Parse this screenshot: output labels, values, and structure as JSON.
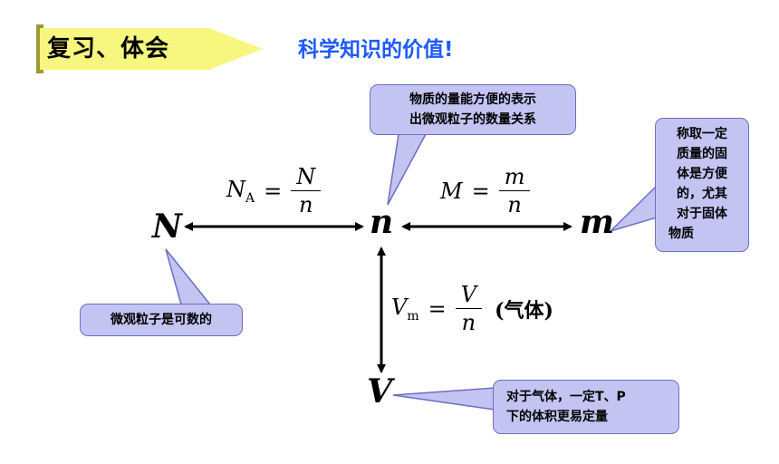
{
  "header": {
    "tag_label": "复习、体会",
    "title": "科学知识的价值!"
  },
  "quantities": {
    "N": "N",
    "n": "n",
    "m": "m",
    "V": "V"
  },
  "formulas": {
    "NA": {
      "lhs": "N",
      "sub": "A",
      "eq": "=",
      "num": "N",
      "den": "n"
    },
    "M": {
      "lhs": "M",
      "eq": "=",
      "num": "m",
      "den": "n"
    },
    "Vm": {
      "lhs": "V",
      "sub": "m",
      "eq": "=",
      "num": "V",
      "den": "n",
      "note": "(气体)"
    }
  },
  "callouts": {
    "top": {
      "line1": "物质的量能方便的表示",
      "line2": "出微观粒子的数量关系"
    },
    "right": {
      "line1": "称取一定",
      "line2": "质量的固",
      "line3": "体是方便",
      "line4": "的，尤其",
      "line5": "对于固体",
      "line6": "物质"
    },
    "left": {
      "line1": "微观粒子是可数的"
    },
    "bottom": {
      "line1": "对于气体，一定T、P",
      "line2": "下的体积更易定量"
    }
  },
  "colors": {
    "tag_fill": "#f7f780",
    "title": "#1e5aff",
    "callout_fill": "#c3c4f2",
    "callout_border": "#6d6fc0"
  }
}
